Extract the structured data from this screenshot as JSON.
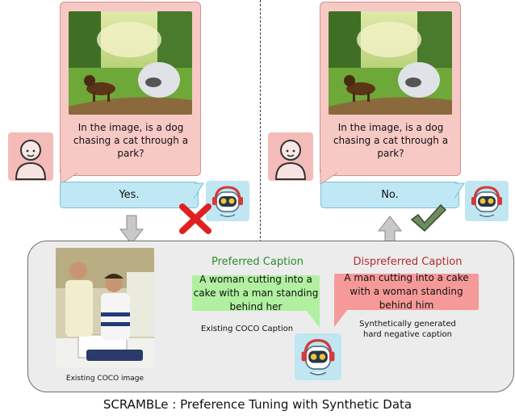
{
  "left_panel": {
    "question": "In the image, is a dog chasing a cat through a park?",
    "answer": "Yes."
  },
  "right_panel": {
    "question": "In the image, is a dog chasing a cat through a park?",
    "answer": "No."
  },
  "bottom": {
    "preferred_title": "Preferred Caption",
    "preferred_caption": "A woman cutting into a cake with a man standing behind her",
    "preferred_note": "Existing COCO Caption",
    "dispreferred_title": "Dispreferred Caption",
    "dispreferred_caption": "A man cutting into a cake with a woman standing behind him",
    "dispreferred_note": "Synthetically generated hard negative caption",
    "image_caption": "Existing COCO image"
  },
  "footer_title": "SCRAMBLe : Preference Tuning with Synthetic Data",
  "colors": {
    "question_bubble": "#f7c9c5",
    "answer_bubble": "#bfe8f4",
    "preferred_green": "#2e8b2e",
    "dispreferred_red": "#b52a2a",
    "wrong_mark": "#e02020",
    "right_mark": "#6e8a5e"
  }
}
